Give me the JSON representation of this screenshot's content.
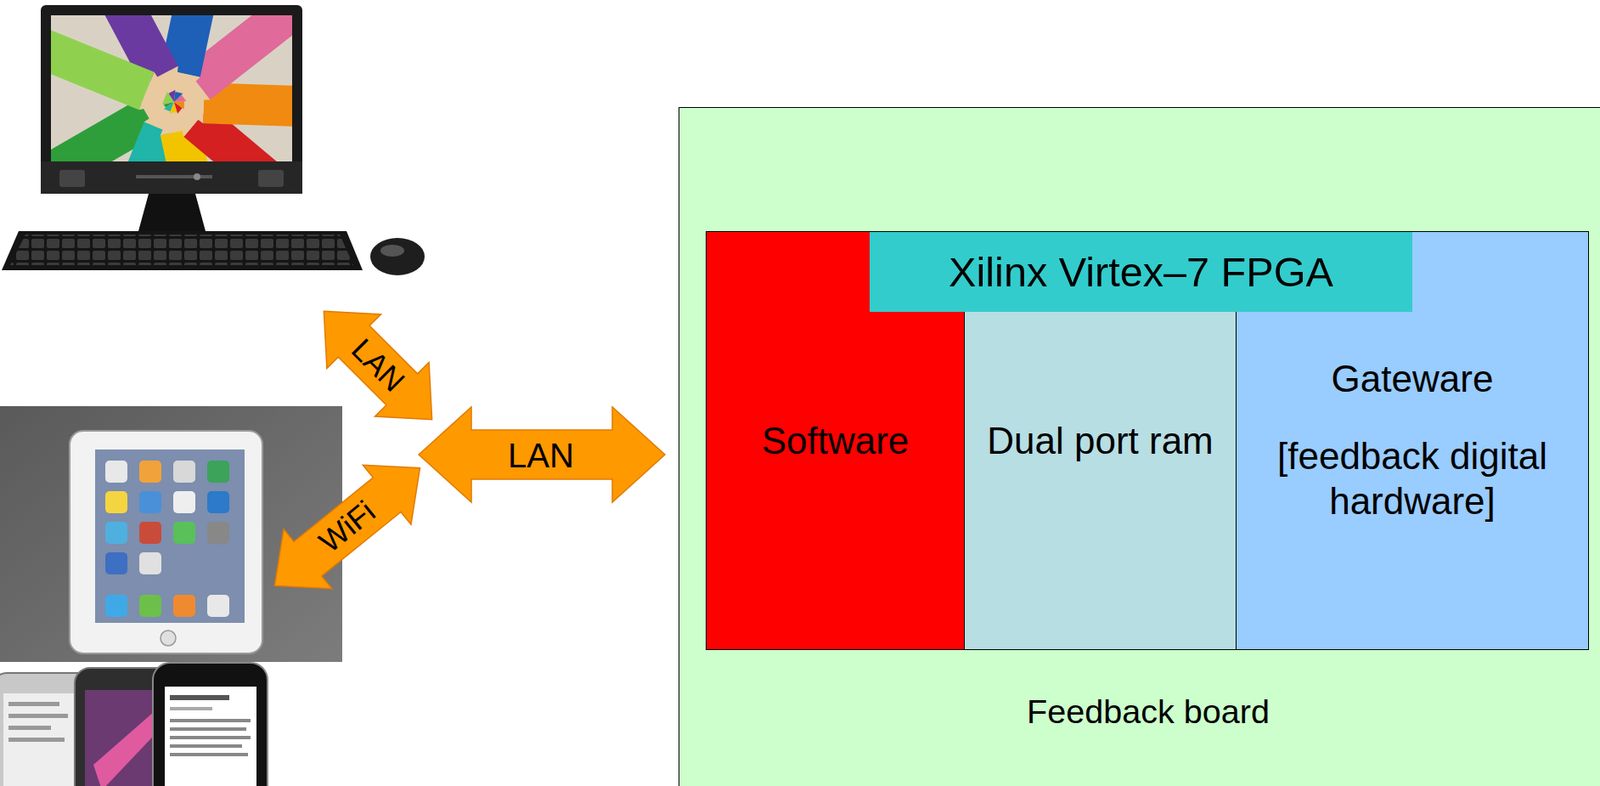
{
  "diagram": {
    "nodes": [
      {
        "text": [
          "Feedback board"
        ]
      },
      {
        "text": [
          "Xilinx Virtex–7 FPGA"
        ],
        "in": 0
      },
      {
        "text": [
          "Software"
        ],
        "in": 1
      },
      {
        "text": [
          "Dual port ram"
        ],
        "in": 1
      },
      {
        "text": [
          "Gateware",
          "[feedback digital hardware]"
        ],
        "in": 1
      }
    ],
    "labels": [
      "LAN",
      "LAN",
      "WiFi"
    ]
  }
}
